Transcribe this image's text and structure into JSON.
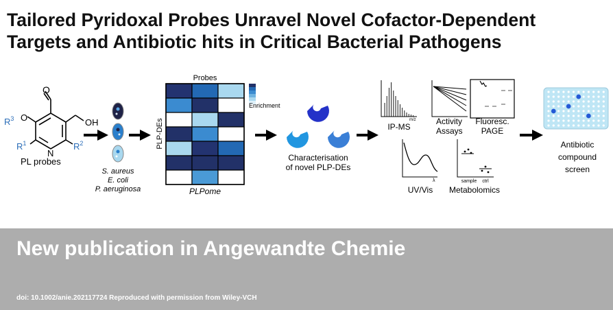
{
  "header": {
    "title_line1": "Tailored Pyridoxal Probes Unravel Novel Cofactor-Dependent",
    "title_line2": "Targets and Antibiotic hits in Critical Bacterial Pathogens"
  },
  "figure": {
    "probe": {
      "r3": "R",
      "r3_sup": "3",
      "r1": "R",
      "r1_sup": "1",
      "r2": "R",
      "r2_sup": "2",
      "n_label": "N",
      "oh_label": "OH",
      "caption": "PL probes"
    },
    "bacteria": [
      "S. aureus",
      "E. coli",
      "P. aeruginosa"
    ],
    "heatmap": {
      "top_label": "Probes",
      "side_label": "PLP-DEs",
      "bottom_label": "PLPome",
      "legend_label": "Enrichment",
      "cells": [
        [
          "#233370",
          "#2369b4",
          "#a9d8ef"
        ],
        [
          "#3b8bd0",
          "#223168",
          "#ffffff"
        ],
        [
          "#ffffff",
          "#a9d8ef",
          "#223168"
        ],
        [
          "#223168",
          "#3b8bd0",
          "#ffffff"
        ],
        [
          "#a9d8ef",
          "#233370",
          "#2369b4"
        ],
        [
          "#223168",
          "#223168",
          "#223168"
        ],
        [
          "#ffffff",
          "#4a9ad6",
          "#ffffff"
        ]
      ],
      "legend_colors": [
        "#223168",
        "#2369b4",
        "#3b8bd0",
        "#6fb3e0",
        "#a9d8ef",
        "#dff1fa"
      ]
    },
    "characterisation": {
      "line1": "Characterisation",
      "line2": "of novel PLP-DEs",
      "colors": [
        "#2432c8",
        "#2196e0",
        "#3a7fd6"
      ]
    },
    "assays": {
      "ipms": "IP-MS",
      "ipms_axis": "m/z",
      "activity_line1": "Activity",
      "activity_line2": "Assays",
      "fluoresc_line1": "Fluoresc.",
      "fluoresc_line2": "PAGE",
      "uvvis": "UV/Vis",
      "uvvis_axis": "λ",
      "metabolomics": "Metabolomics",
      "sample_label": "sample",
      "ctrl_label": "ctrl"
    },
    "screen": {
      "line1": "Antibiotic",
      "line2": "compound",
      "line3": "screen",
      "plate_color": "#bfe6f5",
      "hit_color": "#2459d6"
    }
  },
  "banner": {
    "title": "New publication in Angewandte Chemie",
    "doi": "doi: 10.1002/anie.202117724 Reproduced with permission from Wiley-VCH"
  }
}
